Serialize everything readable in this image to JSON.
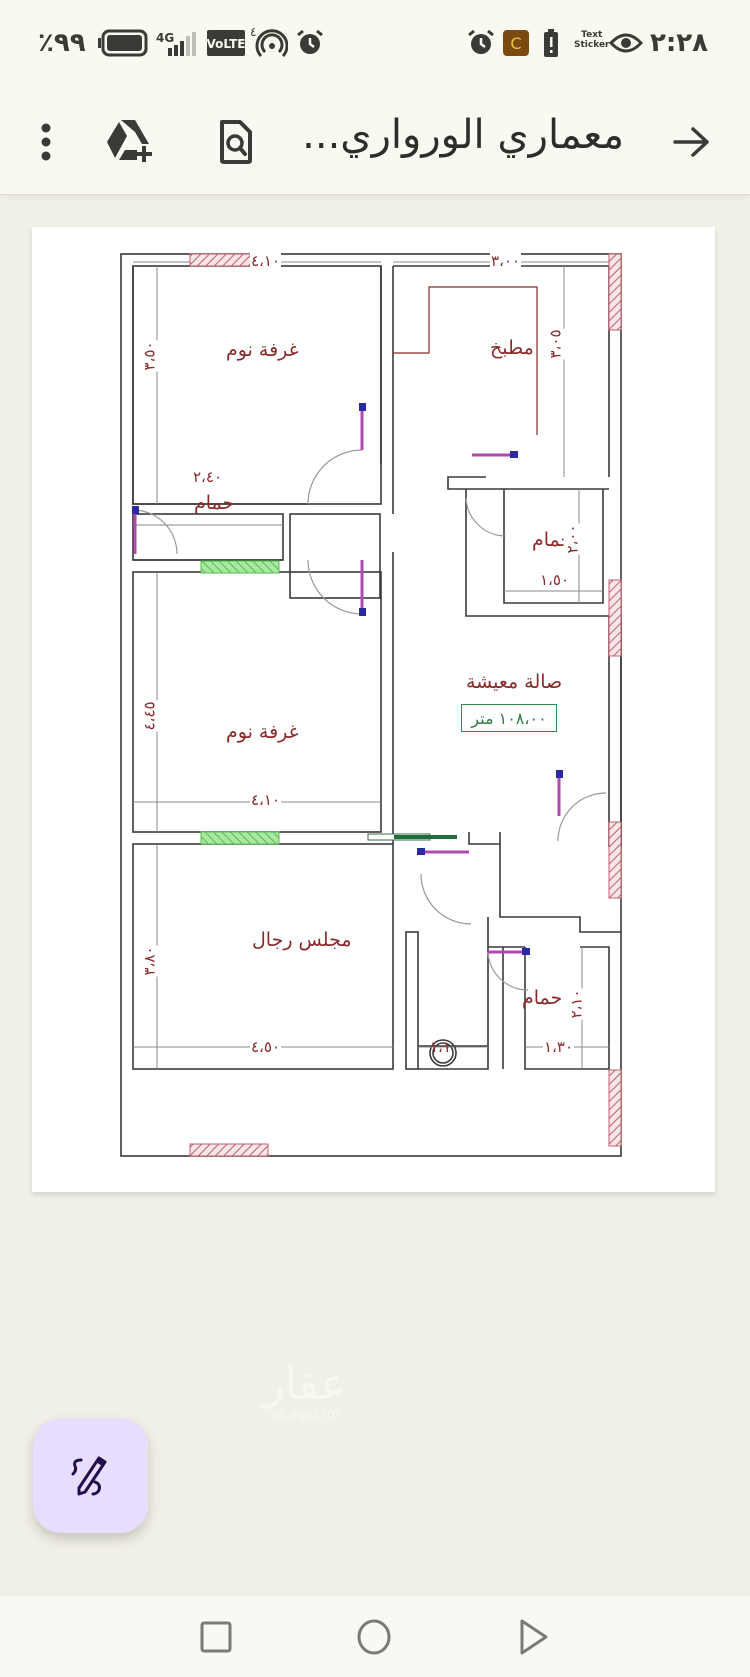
{
  "status_bar": {
    "battery_percent": "٪٩٩",
    "network_label": "4G",
    "volte_label": "VoLTE",
    "hotspot_badge": "٤",
    "time": "٢:٢٨",
    "text_sticker_label_1": "Text",
    "text_sticker_label_2": "Sticker",
    "icons": [
      "battery-icon",
      "signal-icon",
      "volte-icon",
      "hotspot-icon",
      "alarm-icon",
      "alarm-icon",
      "app-notification-icon",
      "battery-alert-icon",
      "text-sticker-icon",
      "eye-icon"
    ]
  },
  "app_bar": {
    "title": "معماري الورواري...",
    "back_icon": "arrow-forward-icon",
    "actions": [
      {
        "name": "search-document",
        "icon": "document-search-icon"
      },
      {
        "name": "add-to-drive",
        "icon": "drive-add-icon"
      },
      {
        "name": "more-options",
        "icon": "more-vert-icon"
      }
    ]
  },
  "floor_plan": {
    "rooms": {
      "bedroom_1": {
        "label": "غرفة نوم",
        "width_dim": "٤،١٠",
        "height_dim": "٣،٥٠"
      },
      "kitchen": {
        "label": "مطبخ",
        "width_dim": "٣،٠٠",
        "height_dim": "٣،٠٥"
      },
      "bathroom_1": {
        "label": "حمام",
        "width_dim": "٢،٤٠"
      },
      "bathroom_2": {
        "label": "حمام",
        "width_dim": "١،٥٠",
        "height_dim": "٢،٠٠"
      },
      "bedroom_2": {
        "label": "غرفة نوم",
        "width_dim": "٤،١٠",
        "height_dim": "٤،٤٥"
      },
      "living_hall": {
        "label": "صالة معيشة",
        "area": "١٠٨،٠٠ متر"
      },
      "mens_majlis": {
        "label": "مجلس رجال",
        "width_dim": "٤،٥٠",
        "height_dim": "٣،٨٠"
      },
      "bathroom_3": {
        "label": "حمام",
        "width_dim": "١،٣٠",
        "height_dim": "٢،١٠"
      },
      "wash_area": {
        "width_dim": "١،١٠"
      }
    },
    "colors": {
      "wall": "#3a3a3a",
      "label": "#8a2a2a",
      "window_exterior": "#c0606a",
      "window_interior": "#66cc66",
      "area_box": "#2e8b57",
      "door_leaf": "#b04ab0",
      "door_hinge": "#2a2aa0"
    }
  },
  "watermark": {
    "arabic": "عقار",
    "latin": "sa.aqar.fm"
  },
  "fab": {
    "icon": "edit-pen-icon"
  },
  "nav_bar": {
    "buttons": [
      "recents-button",
      "home-button",
      "back-button"
    ]
  }
}
